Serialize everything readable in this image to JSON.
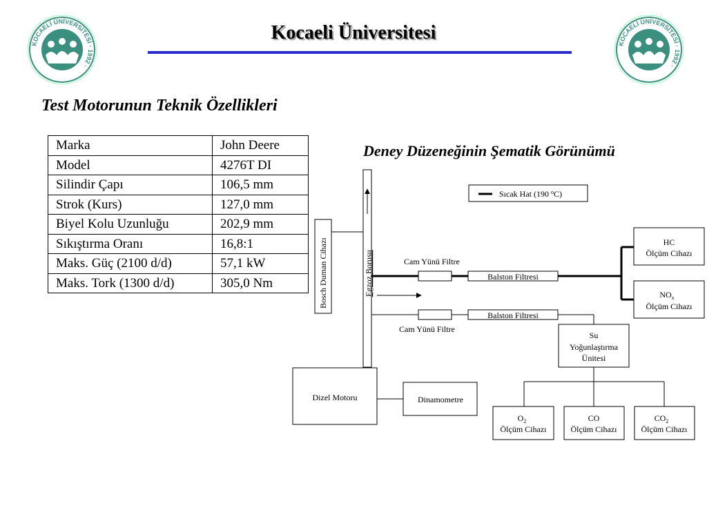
{
  "header": {
    "title": "Kocaeli Üniversitesi",
    "logo_text": "KOCAELİ ÜNİVERSİTESİ · 1992 ·",
    "logo_color": "#3a8f7f"
  },
  "spec": {
    "title": "Test Motorunun Teknik Özellikleri",
    "rows": [
      {
        "label": "Marka",
        "value": "John Deere"
      },
      {
        "label": "Model",
        "value": "4276T DI"
      },
      {
        "label": "Silindir Çapı",
        "value": "106,5 mm"
      },
      {
        "label": "Strok (Kurs)",
        "value": "127,0 mm"
      },
      {
        "label": "Biyel Kolu Uzunluğu",
        "value": "202,9 mm"
      },
      {
        "label": "Sıkıştırma Oranı",
        "value": "16,8:1"
      },
      {
        "label": "Maks. Güç (2100 d/d)",
        "value": "57,1 kW"
      },
      {
        "label": "Maks. Tork (1300 d/d)",
        "value": "305,0 Nm"
      }
    ]
  },
  "diagram": {
    "title": "Deney Düzeneğinin Şematik Görünümü",
    "legend": {
      "label": "Sıcak Hat (190",
      "unit_sup": "o",
      "unit": "C)"
    },
    "bosch": "Bosch Duman Cihazı",
    "exhaust_pipe": "Egzoz Borusu",
    "glass_filter_top": "Cam Yünü Filtre",
    "glass_filter_bottom": "Cam Yünü Filtre",
    "balston_top": "Balston Filtresi",
    "balston_bottom": "Balston Filtresi",
    "hc": {
      "line1": "HC",
      "line2": "Ölçüm Cihazı"
    },
    "nox": {
      "line1": "NO",
      "sub": "x",
      "line2": "Ölçüm Cihazı"
    },
    "condenser": {
      "line1": "Su",
      "line2": "Yoğunlaştırma",
      "line3": "Ünitesi"
    },
    "engine": "Dizel Motoru",
    "dyno": "Dinamometre",
    "o2": {
      "line1": "O",
      "sub": "2",
      "line2": "Ölçüm Cihazı"
    },
    "co": {
      "line1": "CO",
      "line2": "Ölçüm Cihazı"
    },
    "co2": {
      "line1": "CO",
      "sub": "2",
      "line2": "Ölçüm Cihazı"
    }
  }
}
